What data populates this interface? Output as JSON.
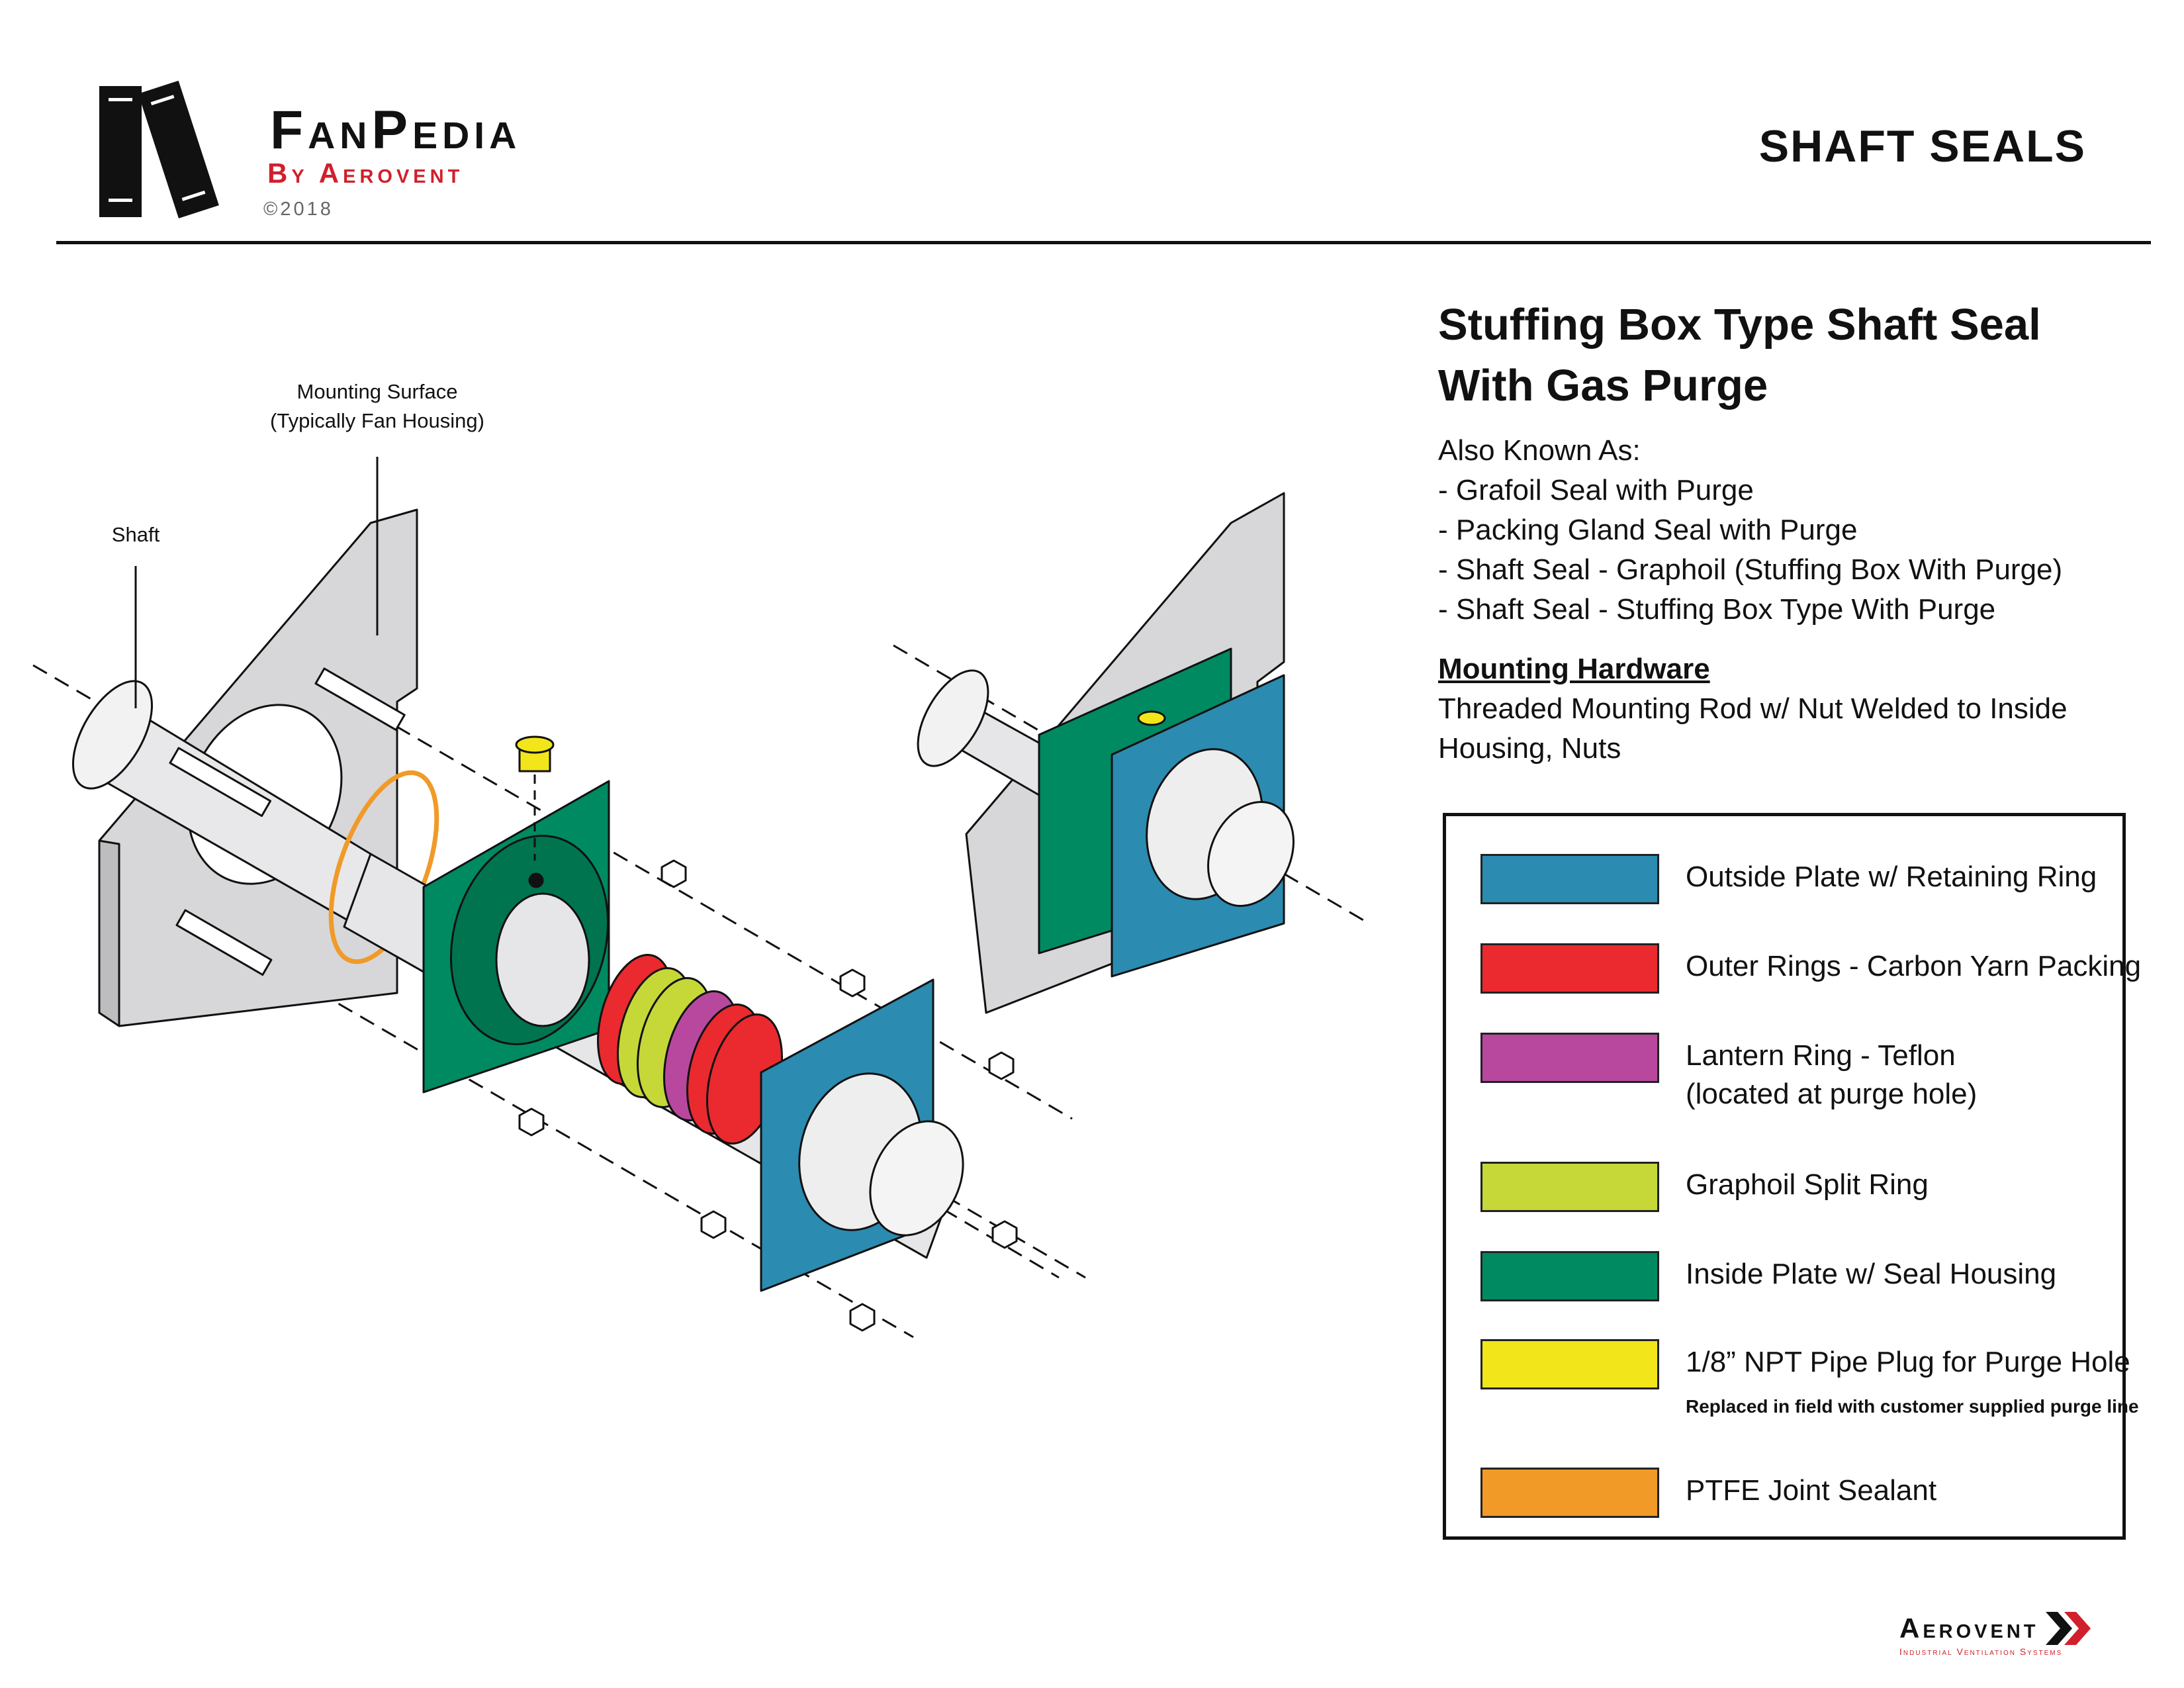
{
  "header": {
    "brand_name": "FanPedia",
    "brand_sub": "By Aerovent",
    "copyright": "©2018",
    "page_title": "SHAFT SEALS"
  },
  "diagram": {
    "label_mounting_surface_1": "Mounting Surface",
    "label_mounting_surface_2": "(Typically Fan Housing)",
    "label_shaft": "Shaft"
  },
  "info": {
    "title_line1": "Stuffing Box Type Shaft Seal",
    "title_line2": "With Gas Purge",
    "aka_heading": "Also Known As:",
    "aka_items": [
      "- Grafoil Seal with Purge",
      "- Packing Gland Seal with Purge",
      "- Shaft Seal - Graphoil (Stuffing Box With Purge)",
      "- Shaft Seal - Stuffing Box Type With Purge"
    ],
    "hardware_heading": "Mounting Hardware",
    "hardware_text": "Threaded Mounting Rod w/ Nut Welded to Inside Housing, Nuts"
  },
  "legend": [
    {
      "color": "#2b8bb0",
      "label": "Outside Plate w/ Retaining Ring",
      "label2": ""
    },
    {
      "color": "#ea2a2f",
      "label": "Outer Rings - Carbon Yarn Packing",
      "label2": ""
    },
    {
      "color": "#b8489d",
      "label": "Lantern Ring - Teflon",
      "label2": "(located at purge hole)"
    },
    {
      "color": "#c5d838",
      "label": "Graphoil Split Ring",
      "label2": ""
    },
    {
      "color": "#008a62",
      "label": "Inside Plate w/ Seal Housing",
      "label2": ""
    },
    {
      "color": "#f2e61b",
      "label": "1/8” NPT Pipe Plug for Purge Hole",
      "label2": "",
      "note": "Replaced in field with customer supplied purge line"
    },
    {
      "color": "#f19a28",
      "label": "PTFE Joint Sealant",
      "label2": ""
    }
  ],
  "footer": {
    "company": "Aerovent",
    "tagline": "Industrial Ventilation Systems"
  }
}
